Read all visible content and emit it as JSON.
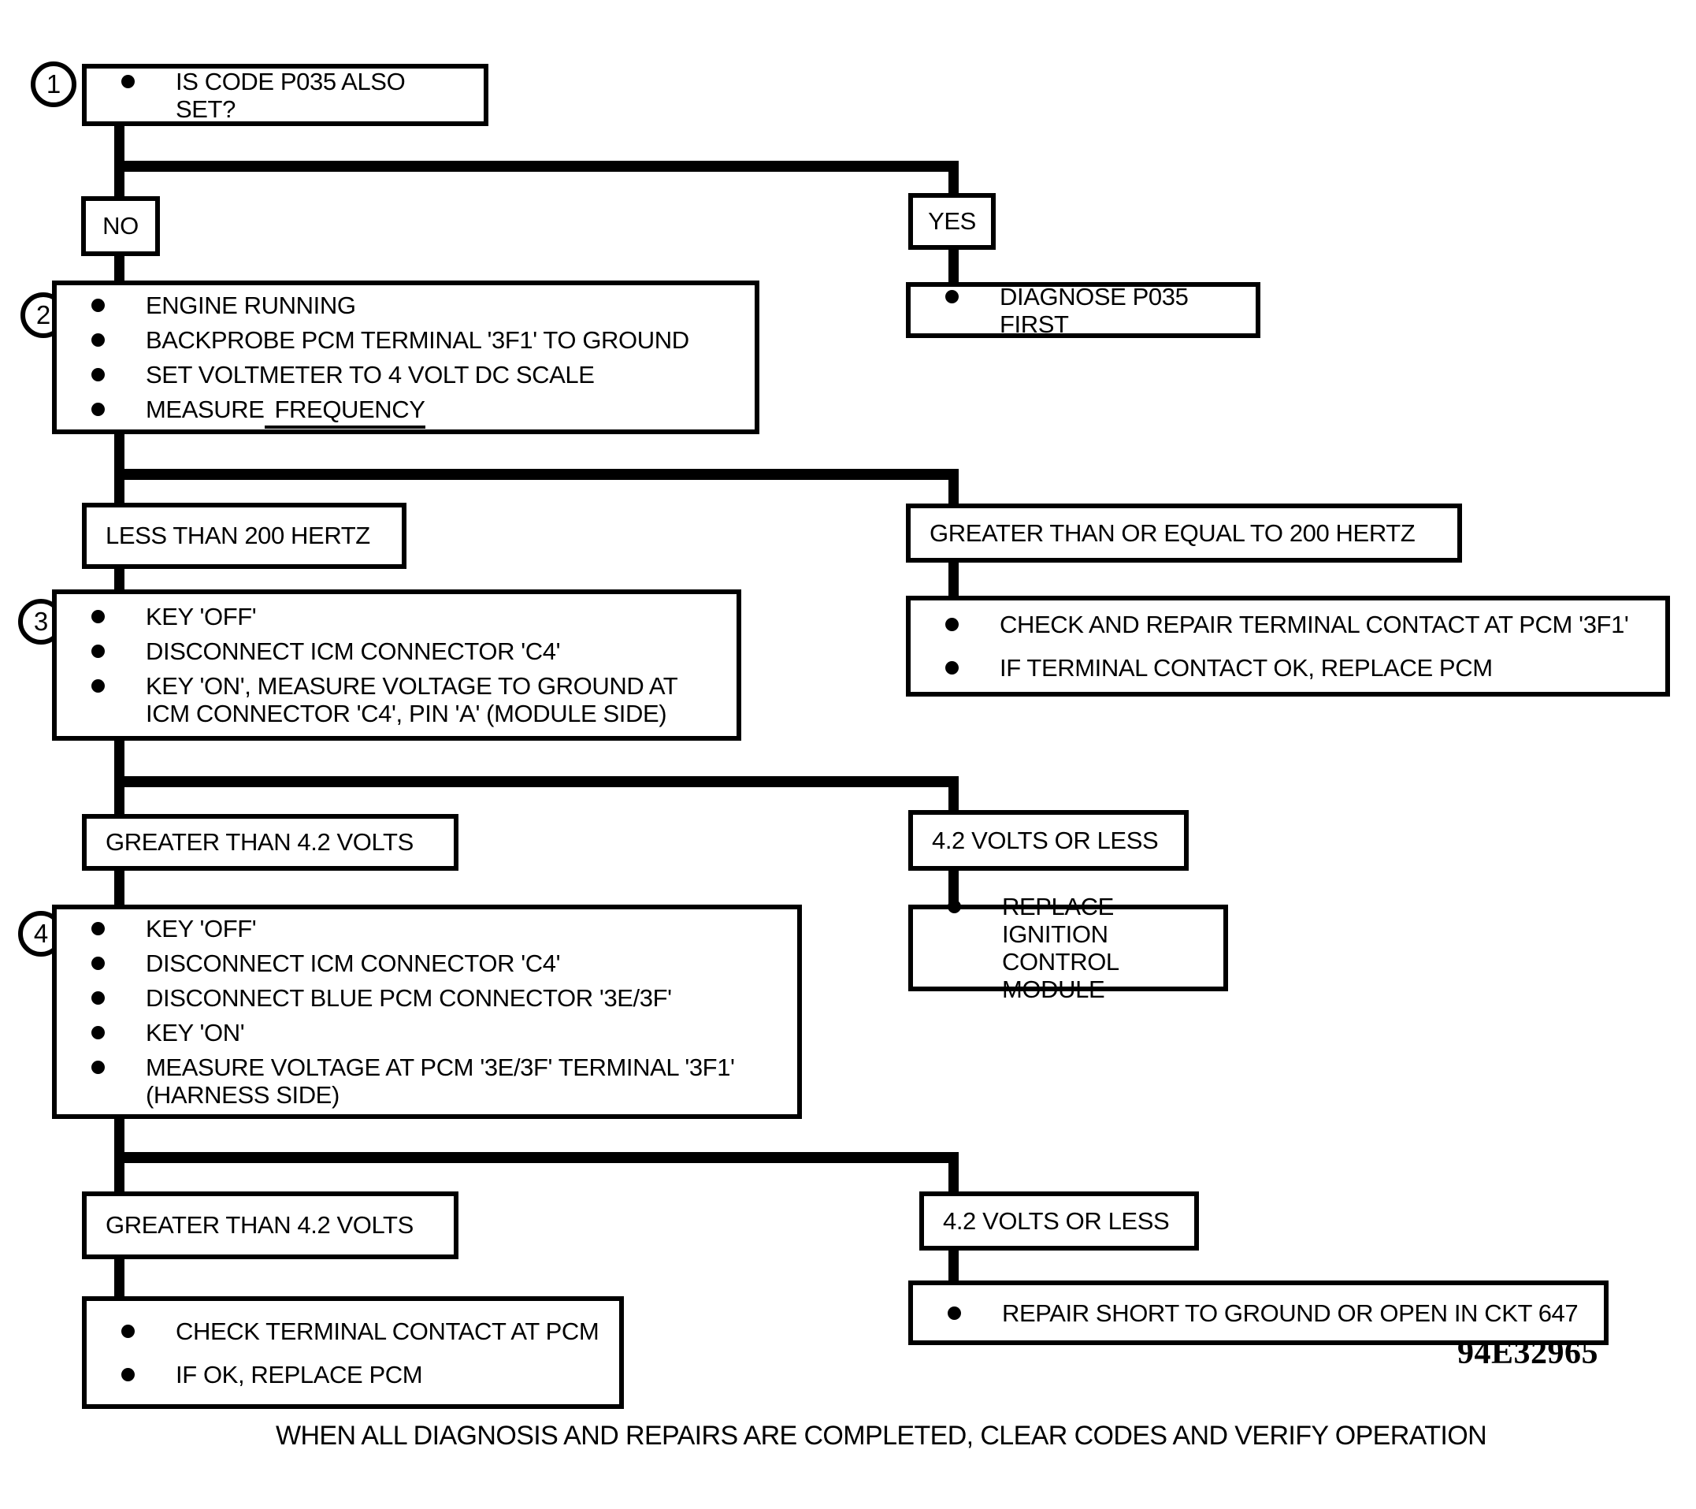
{
  "flowchart": {
    "step1": {
      "number": "1",
      "items": [
        "IS CODE P035 ALSO SET?"
      ]
    },
    "branch_code": {
      "no": "NO",
      "yes": "YES"
    },
    "yes_action": {
      "items": [
        "DIAGNOSE P035 FIRST"
      ]
    },
    "step2": {
      "number": "2",
      "items": [
        "ENGINE RUNNING",
        "BACKPROBE PCM TERMINAL '3F1' TO GROUND",
        "SET VOLTMETER TO 4 VOLT DC SCALE",
        "MEASURE"
      ],
      "underlined_suffix": "FREQUENCY"
    },
    "branch_frequency": {
      "low": "LESS THAN 200 HERTZ",
      "high": "GREATER THAN OR EQUAL TO 200 HERTZ"
    },
    "high_freq_action": {
      "items": [
        "CHECK AND REPAIR TERMINAL CONTACT AT PCM '3F1'",
        "IF TERMINAL CONTACT OK, REPLACE PCM"
      ]
    },
    "step3": {
      "number": "3",
      "items": [
        "KEY 'OFF'",
        "DISCONNECT ICM CONNECTOR 'C4'",
        "KEY 'ON', MEASURE VOLTAGE TO GROUND AT\nICM CONNECTOR 'C4', PIN 'A' (MODULE SIDE)"
      ]
    },
    "branch_volts1": {
      "high": "GREATER THAN 4.2 VOLTS",
      "low": "4.2 VOLTS OR LESS"
    },
    "low_volts1_action": {
      "items": [
        "REPLACE IGNITION\nCONTROL MODULE"
      ]
    },
    "step4": {
      "number": "4",
      "items": [
        "KEY 'OFF'",
        "DISCONNECT ICM CONNECTOR 'C4'",
        "DISCONNECT BLUE PCM CONNECTOR '3E/3F'",
        "KEY 'ON'",
        "MEASURE VOLTAGE AT PCM '3E/3F' TERMINAL '3F1'\n(HARNESS SIDE)"
      ]
    },
    "branch_volts2": {
      "high": "GREATER THAN 4.2 VOLTS",
      "low": "4.2 VOLTS OR LESS"
    },
    "high_volts2_action": {
      "items": [
        "CHECK TERMINAL CONTACT AT PCM",
        "IF OK, REPLACE PCM"
      ]
    },
    "low_volts2_action": {
      "items": [
        "REPAIR SHORT TO GROUND OR OPEN IN CKT 647"
      ]
    },
    "figure_code": "94E32965",
    "footer": "WHEN ALL DIAGNOSIS AND REPAIRS ARE COMPLETED, CLEAR CODES AND VERIFY OPERATION"
  },
  "colors": {
    "ink": "#000000",
    "paper": "#ffffff"
  }
}
